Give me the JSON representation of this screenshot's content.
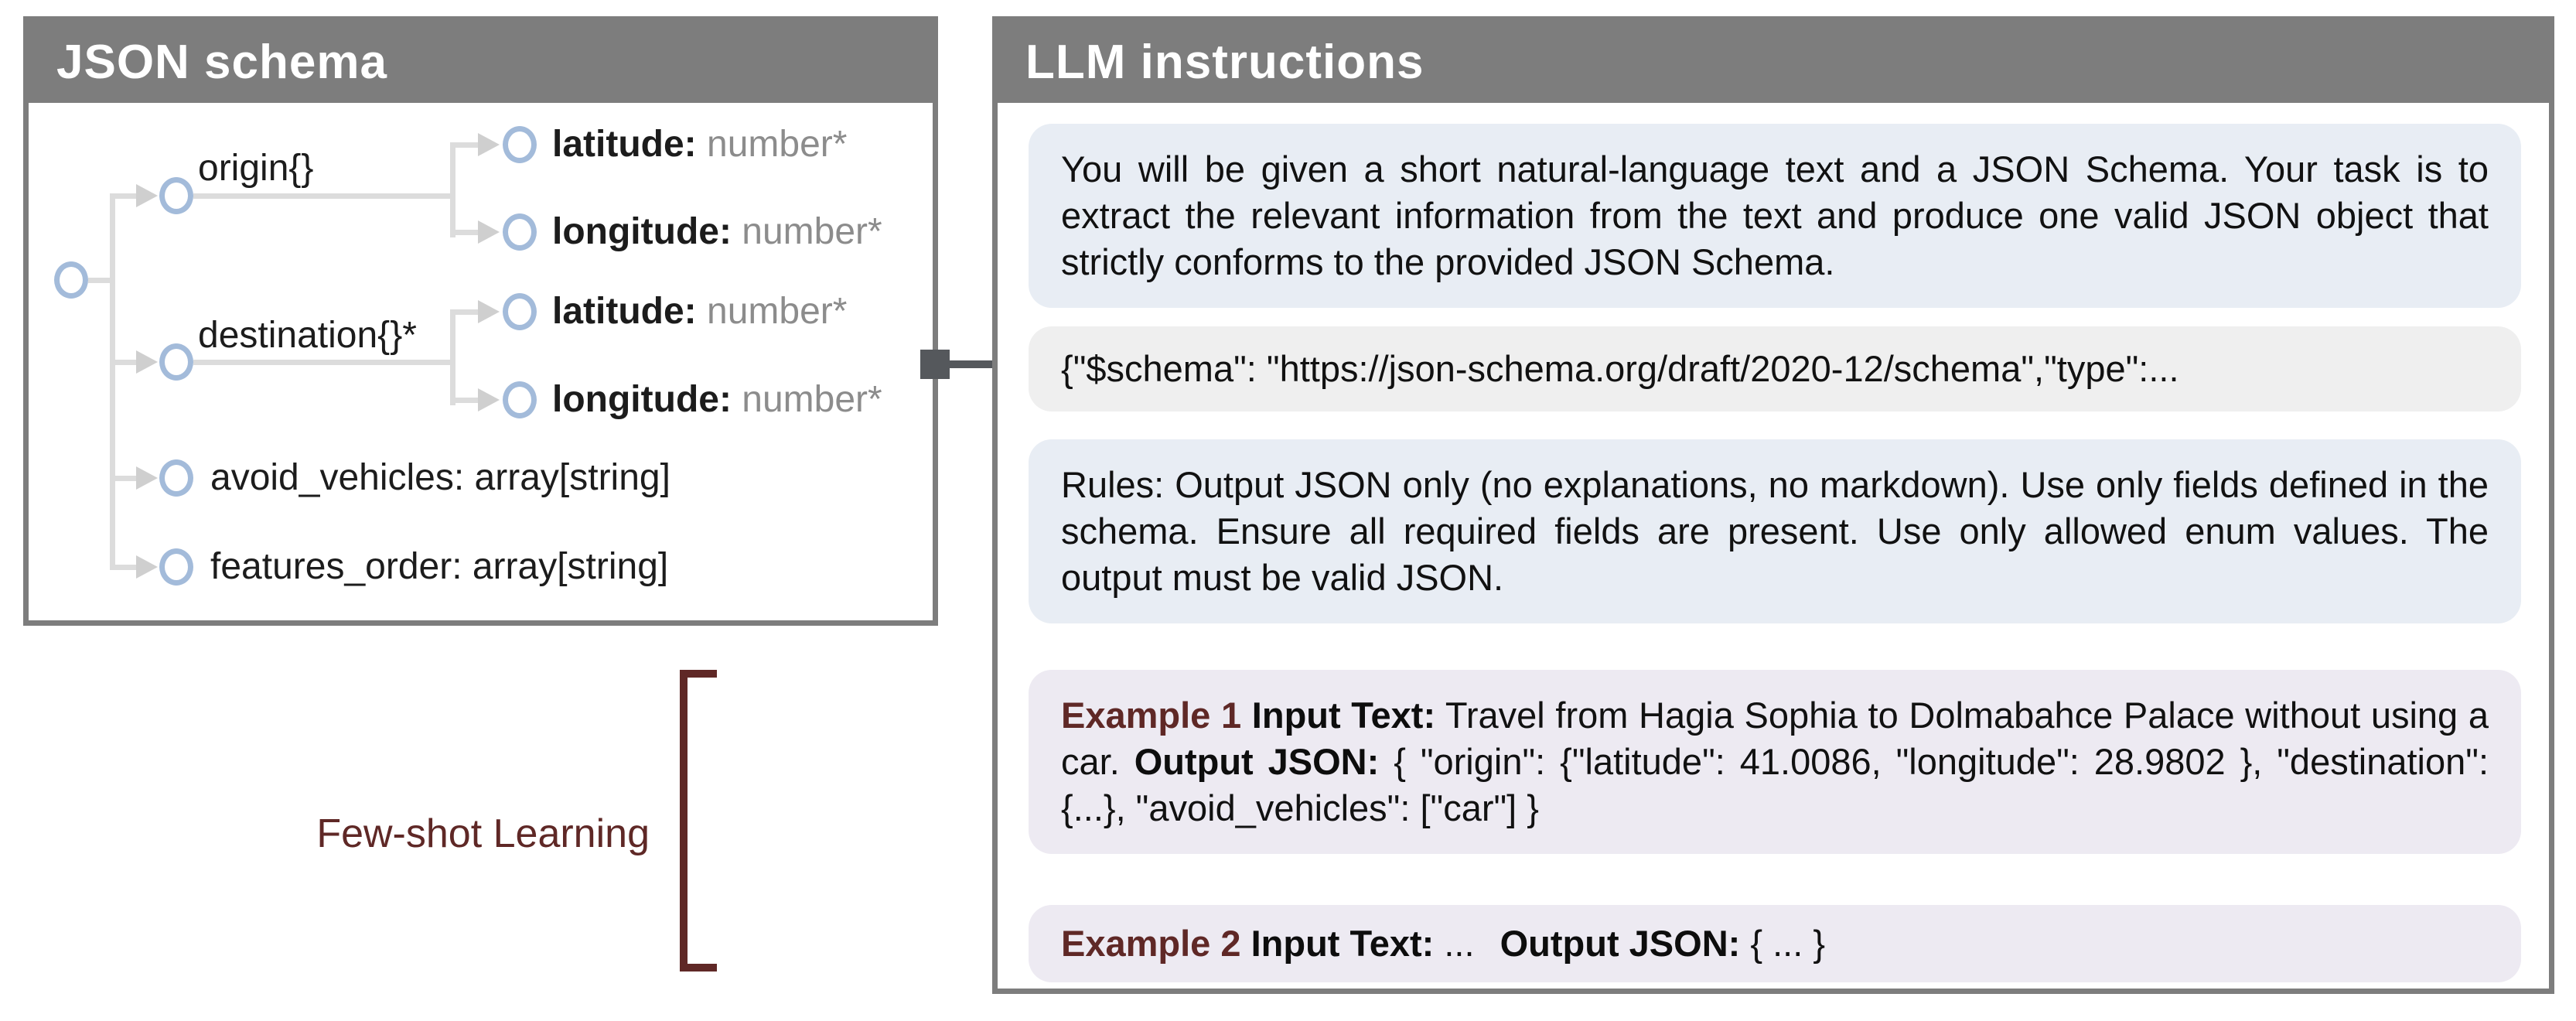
{
  "left_panel": {
    "title": "JSON schema",
    "tree": {
      "origin": "origin{}",
      "destination": "destination{}*",
      "latitude_name": "latitude:",
      "latitude_type": "number*",
      "longitude_name": "longitude:",
      "longitude_type": "number*",
      "avoid_vehicles": "avoid_vehicles: array[string]",
      "features_order": "features_order: array[string]"
    }
  },
  "right_panel": {
    "title": "LLM instructions",
    "task_block": "You will be given a short natural-language text and a JSON Schema. Your task is to extract the relevant information from the text and produce one valid JSON object that strictly conforms to the provided JSON Schema.",
    "schema_block": "{\"$schema\": \"https://json-schema.org/draft/2020-12/schema\",\"type\":...",
    "rules_block": "Rules: Output JSON only (no explanations, no markdown). Use only fields defined in the schema. Ensure all required fields are present. Use only allowed enum values. The output must be valid JSON.",
    "example1": {
      "label": "Example 1",
      "input_label": "Input Text:",
      "input_text": "Travel from Hagia Sophia to Dolmabahce Palace without using a car.",
      "output_label": "Output JSON:",
      "output_text": "{ \"origin\": {\"latitude\": 41.0086, \"longitude\": 28.9802 }, \"destination\": {...}, \"avoid_vehicles\": [\"car\"] }"
    },
    "example2": {
      "label": "Example 2",
      "input_label": "Input Text:",
      "input_text": "...",
      "output_label": "Output JSON:",
      "output_text": "{ ... }"
    }
  },
  "annotation": {
    "few_shot": "Few-shot Learning"
  },
  "colors": {
    "panel_gray": "#7d7d7d",
    "block_blue": "#e8edf4",
    "block_gray": "#efefef",
    "block_lavender": "#edeaf2",
    "node_blue": "#a3bbda",
    "connector_gray": "#dcdcdc",
    "type_gray": "#8c8c8c",
    "maroon": "#5f2826",
    "arrow_dark": "#55585c"
  }
}
